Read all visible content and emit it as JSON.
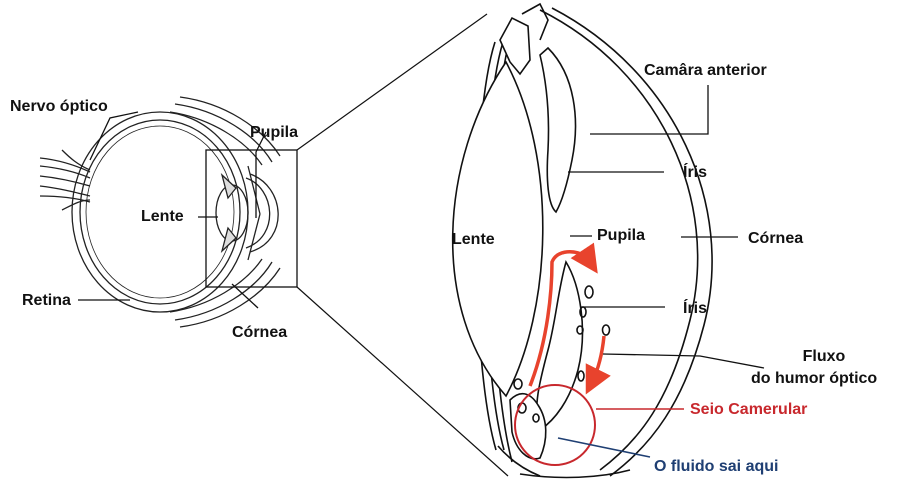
{
  "labels": {
    "nervo_optico": "Nervo óptico",
    "pupila_small": "Pupila",
    "lente_small": "Lente",
    "retina": "Retina",
    "cornea_small": "Córnea",
    "camara_anterior": "Camâra anterior",
    "iris_top": "Íris",
    "lente_large": "Lente",
    "pupila_large": "Pupila",
    "cornea_large": "Córnea",
    "iris_bottom": "Íris",
    "fluxo_line1": "Fluxo",
    "fluxo_line2": "do humor óptico",
    "seio_camerular": "Seio Camerular",
    "fluido_sai": "O fluido sai aqui"
  },
  "colors": {
    "ink": "#111111",
    "flow_arrow": "#e8432d",
    "highlight_circle": "#c8282d",
    "seio_text": "#c8282d",
    "fluido_text": "#1f3f73"
  }
}
